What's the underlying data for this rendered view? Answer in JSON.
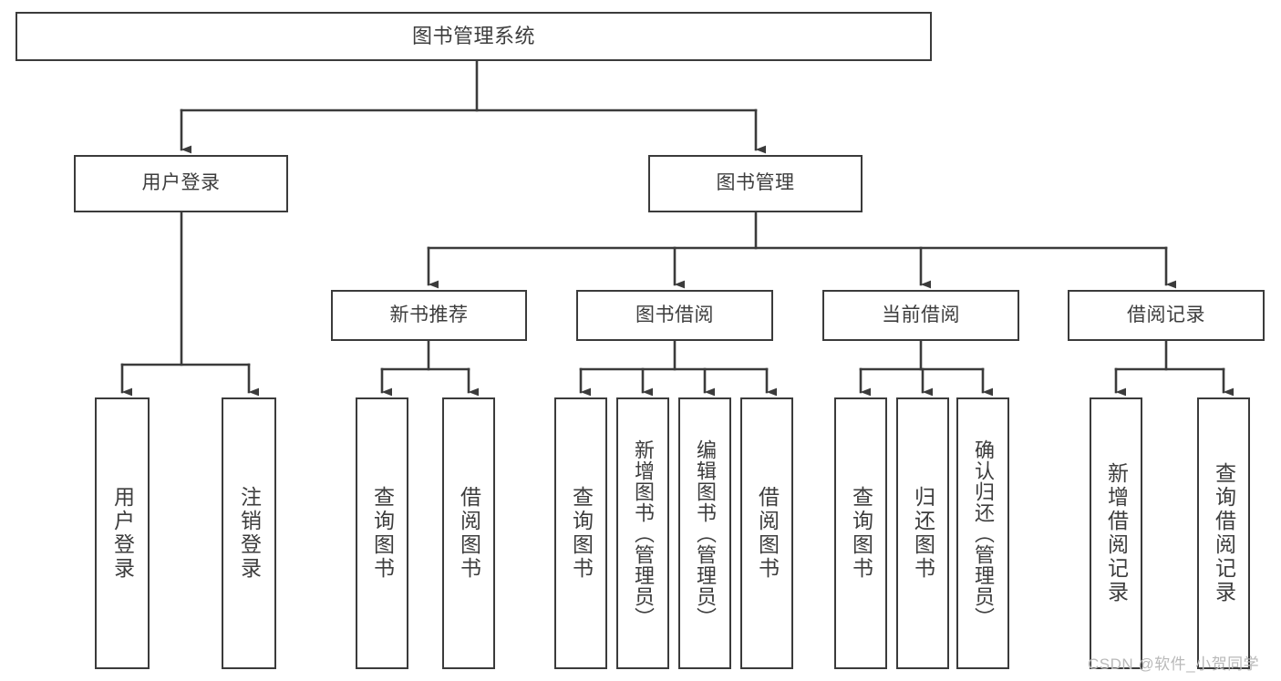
{
  "diagram": {
    "title": "图书管理系统",
    "type": "hierarchy-tree",
    "stroke_color": "#3b3b3b",
    "text_color": "#3d3d3d",
    "background_color": "#ffffff",
    "watermark": "CSDN @软件_小贺同学"
  },
  "nodes": {
    "root": {
      "label": "图书管理系统"
    },
    "level2": [
      {
        "id": "user-login",
        "label": "用户登录"
      },
      {
        "id": "book-manage",
        "label": "图书管理"
      }
    ],
    "level3": [
      {
        "id": "new-book-recommend",
        "label": "新书推荐"
      },
      {
        "id": "book-borrow",
        "label": "图书借阅"
      },
      {
        "id": "current-borrow",
        "label": "当前借阅"
      },
      {
        "id": "borrow-record",
        "label": "借阅记录"
      }
    ],
    "leaves": {
      "user_login": [
        {
          "id": "leaf-user-login",
          "label": "用户登录"
        },
        {
          "id": "leaf-logout-login",
          "label": "注销登录"
        }
      ],
      "new_book_recommend": [
        {
          "id": "leaf-query-book-1",
          "label": "查询图书"
        },
        {
          "id": "leaf-borrow-book-1",
          "label": "借阅图书"
        }
      ],
      "book_borrow": [
        {
          "id": "leaf-query-book-2",
          "label": "查询图书"
        },
        {
          "id": "leaf-add-book",
          "label": "新增图书（管理员）"
        },
        {
          "id": "leaf-edit-book",
          "label": "编辑图书（管理员）"
        },
        {
          "id": "leaf-borrow-book-2",
          "label": "借阅图书"
        }
      ],
      "current_borrow": [
        {
          "id": "leaf-query-book-3",
          "label": "查询图书"
        },
        {
          "id": "leaf-return-book",
          "label": "归还图书"
        },
        {
          "id": "leaf-confirm-return",
          "label": "确认归还（管理员）"
        }
      ],
      "borrow_record": [
        {
          "id": "leaf-add-record",
          "label": "新增借阅记录"
        },
        {
          "id": "leaf-query-record",
          "label": "查询借阅记录"
        }
      ]
    }
  }
}
